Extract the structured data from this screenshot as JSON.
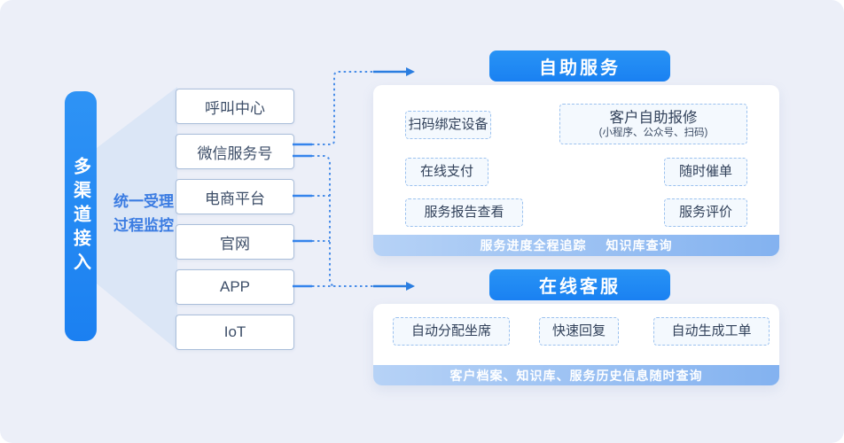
{
  "palette": {
    "primary_blue": "#1f87f2",
    "light_blue_bar": "#9cc0f2",
    "canvas": "#eceff8",
    "line_blue": "#3584ec"
  },
  "left": {
    "pill": "多渠道接入",
    "process_line1": "统一受理",
    "process_line2": "过程监控"
  },
  "channels": [
    {
      "label": "呼叫中心"
    },
    {
      "label": "微信服务号"
    },
    {
      "label": "电商平台"
    },
    {
      "label": "官网"
    },
    {
      "label": "APP"
    },
    {
      "label": "IoT"
    }
  ],
  "self_service": {
    "title": "自助服务",
    "scan_bind": "扫码绑定设备",
    "self_repair_title": "客户自助报修",
    "self_repair_sub": "(小程序、公众号、扫码)",
    "online_pay": "在线支付",
    "urge_order": "随时催单",
    "report_view": "服务报告查看",
    "evaluation": "服务评价",
    "footer_left": "服务进度全程追踪",
    "footer_right": "知识库查询"
  },
  "online_service": {
    "title": "在线客服",
    "auto_assign": "自动分配坐席",
    "quick_reply": "快速回复",
    "auto_ticket": "自动生成工单",
    "footer": "客户档案、知识库、服务历史信息随时查询"
  }
}
